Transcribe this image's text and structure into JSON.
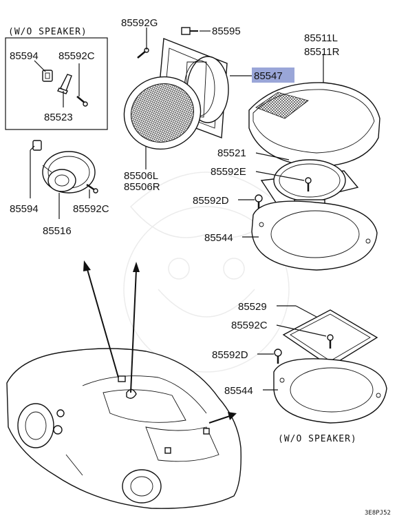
{
  "labels": {
    "wo_speaker_top": "(W/O SPEAKER)",
    "wo_speaker_bottom": "(W/O SPEAKER)",
    "p85592G": "85592G",
    "p85595": "85595",
    "p85511L": "85511L",
    "p85511R": "85511R",
    "p85547": "85547",
    "p85594a": "85594",
    "p85592C_a": "85592C",
    "p85523": "85523",
    "p85506L": "85506L",
    "p85506R": "85506R",
    "p85521": "85521",
    "p85592E": "85592E",
    "p85594b": "85594",
    "p85592C_b": "85592C",
    "p85516": "85516",
    "p85592D_a": "85592D",
    "p85544_a": "85544",
    "p85529": "85529",
    "p85592C_c": "85592C",
    "p85592D_b": "85592D",
    "p85544_b": "85544",
    "diagram_code": "3E8PJ52"
  },
  "colors": {
    "highlight": "#9aa6d8",
    "ink": "#111111"
  }
}
